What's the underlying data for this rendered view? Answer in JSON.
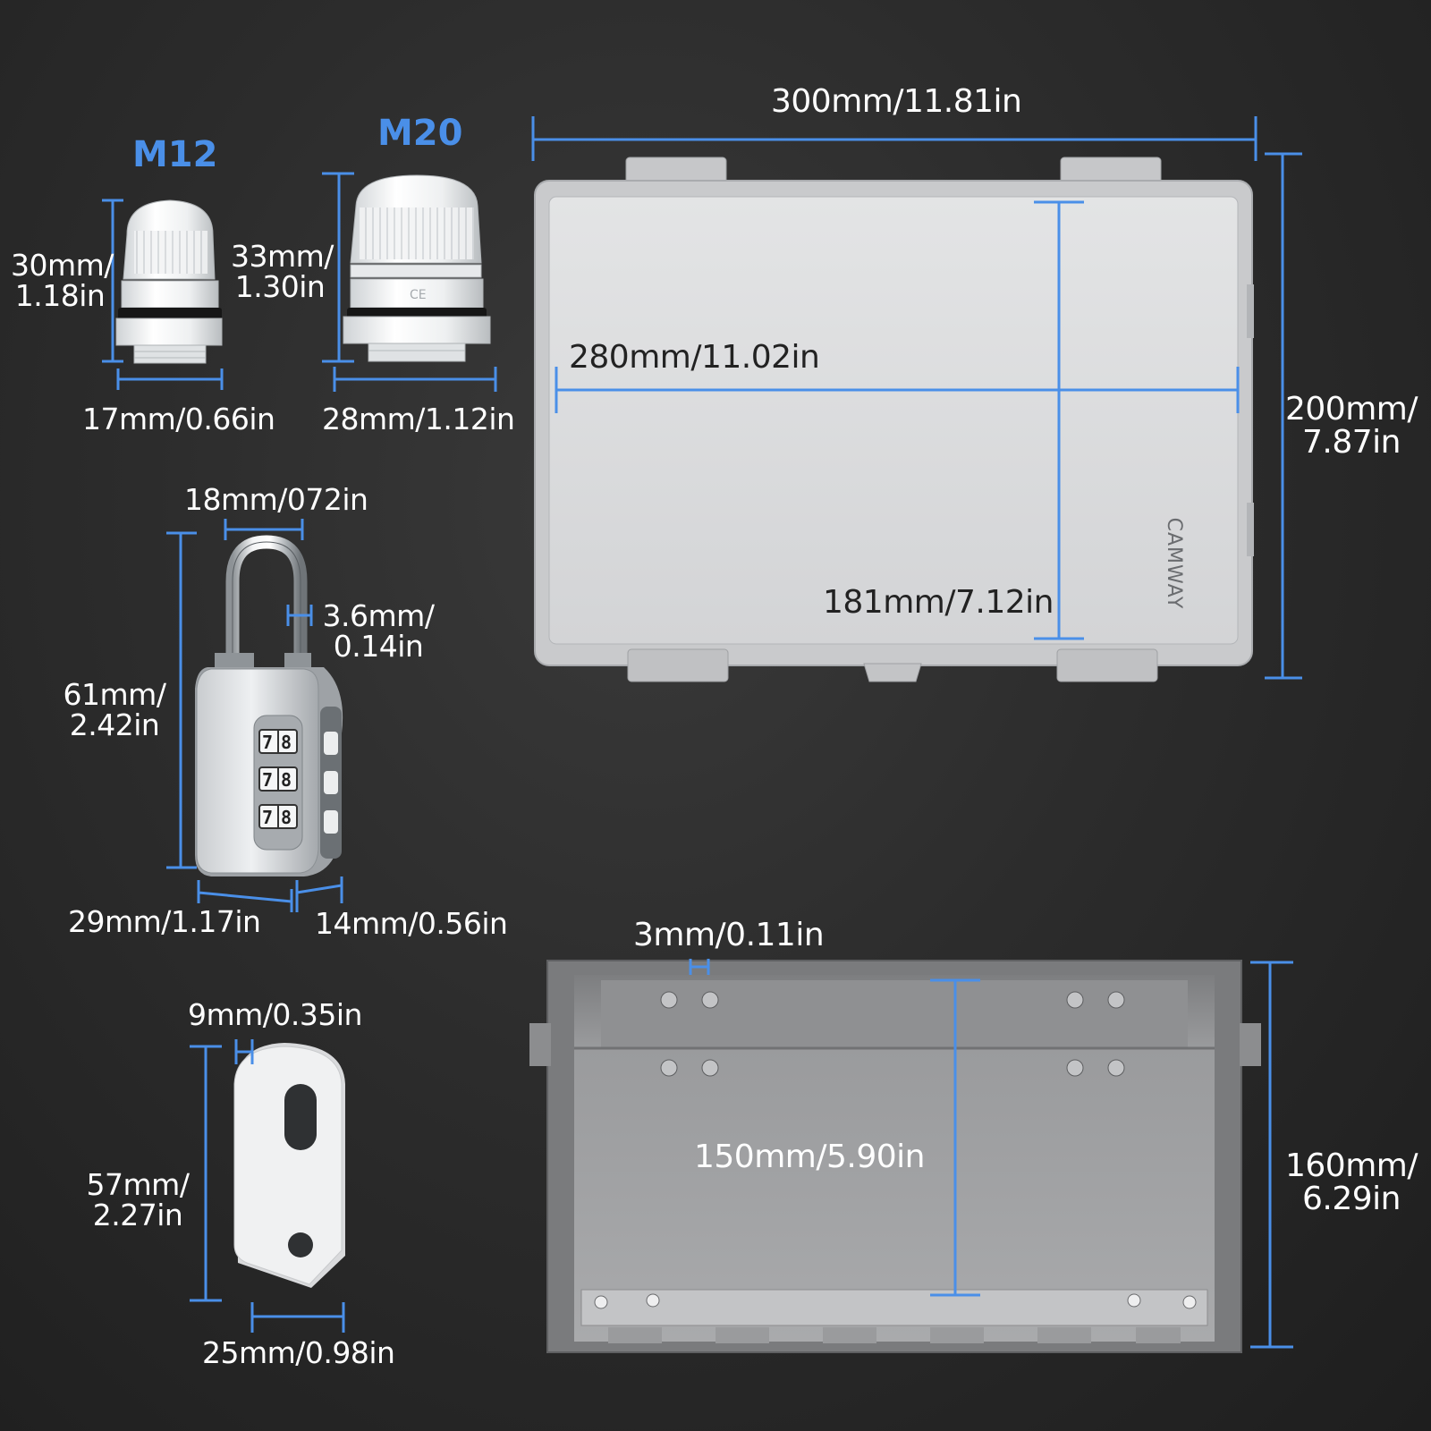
{
  "colors": {
    "accent": "#4a8fe8",
    "background": "#2b2b2b",
    "label": "#ffffff",
    "enclosure": "#d8d9da"
  },
  "cable_glands": {
    "m12": {
      "title": "M12",
      "height_mm": "30mm/",
      "height_in": "1.18in",
      "width_label": "17mm/0.66in"
    },
    "m20": {
      "title": "M20",
      "height_mm": "33mm/",
      "height_in": "1.30in",
      "width_label": "28mm/1.12in",
      "ce_mark": "CE"
    }
  },
  "padlock": {
    "shackle_width": "18mm/072in",
    "shackle_thickness_mm": "3.6mm/",
    "shackle_thickness_in": "0.14in",
    "height_mm": "61mm/",
    "height_in": "2.42in",
    "width_label": "29mm/1.17in",
    "depth_label": "14mm/0.56in",
    "dial_digits": [
      "7",
      "8"
    ]
  },
  "mounting_bracket": {
    "thickness_label": "9mm/0.35in",
    "height_mm": "57mm/",
    "height_in": "2.27in",
    "width_label": "25mm/0.98in"
  },
  "enclosure_lid": {
    "outer_width": "300mm/11.81in",
    "inner_width": "280mm/11.02in",
    "inner_height": "181mm/7.12in",
    "outer_height_mm": "200mm/",
    "outer_height_in": "7.87in",
    "brand": "CAMWAY"
  },
  "enclosure_box": {
    "wall_thickness": "3mm/0.11in",
    "inner_depth": "150mm/5.90in",
    "outer_depth_mm": "160mm/",
    "outer_depth_in": "6.29in"
  }
}
